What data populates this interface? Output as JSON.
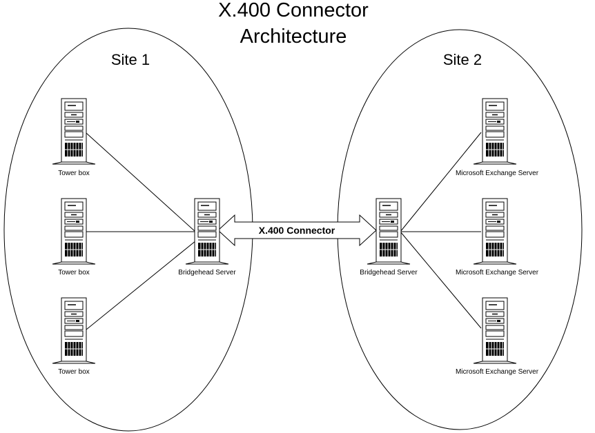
{
  "title": {
    "line1": "X.400 Connector",
    "line2": "Architecture"
  },
  "sites": [
    {
      "label": "Site 1"
    },
    {
      "label": "Site 2"
    }
  ],
  "servers": {
    "site1_top": "Tower box",
    "site1_middle": "Tower box",
    "site1_bottom": "Tower box",
    "site1_bridgehead": "Bridgehead Server",
    "site2_bridgehead": "Bridgehead Server",
    "site2_top": "Microsoft Exchange Server",
    "site2_middle": "Microsoft Exchange Server",
    "site2_bottom": "Microsoft Exchange Server"
  },
  "connector": {
    "label": "X.400 Connector"
  }
}
